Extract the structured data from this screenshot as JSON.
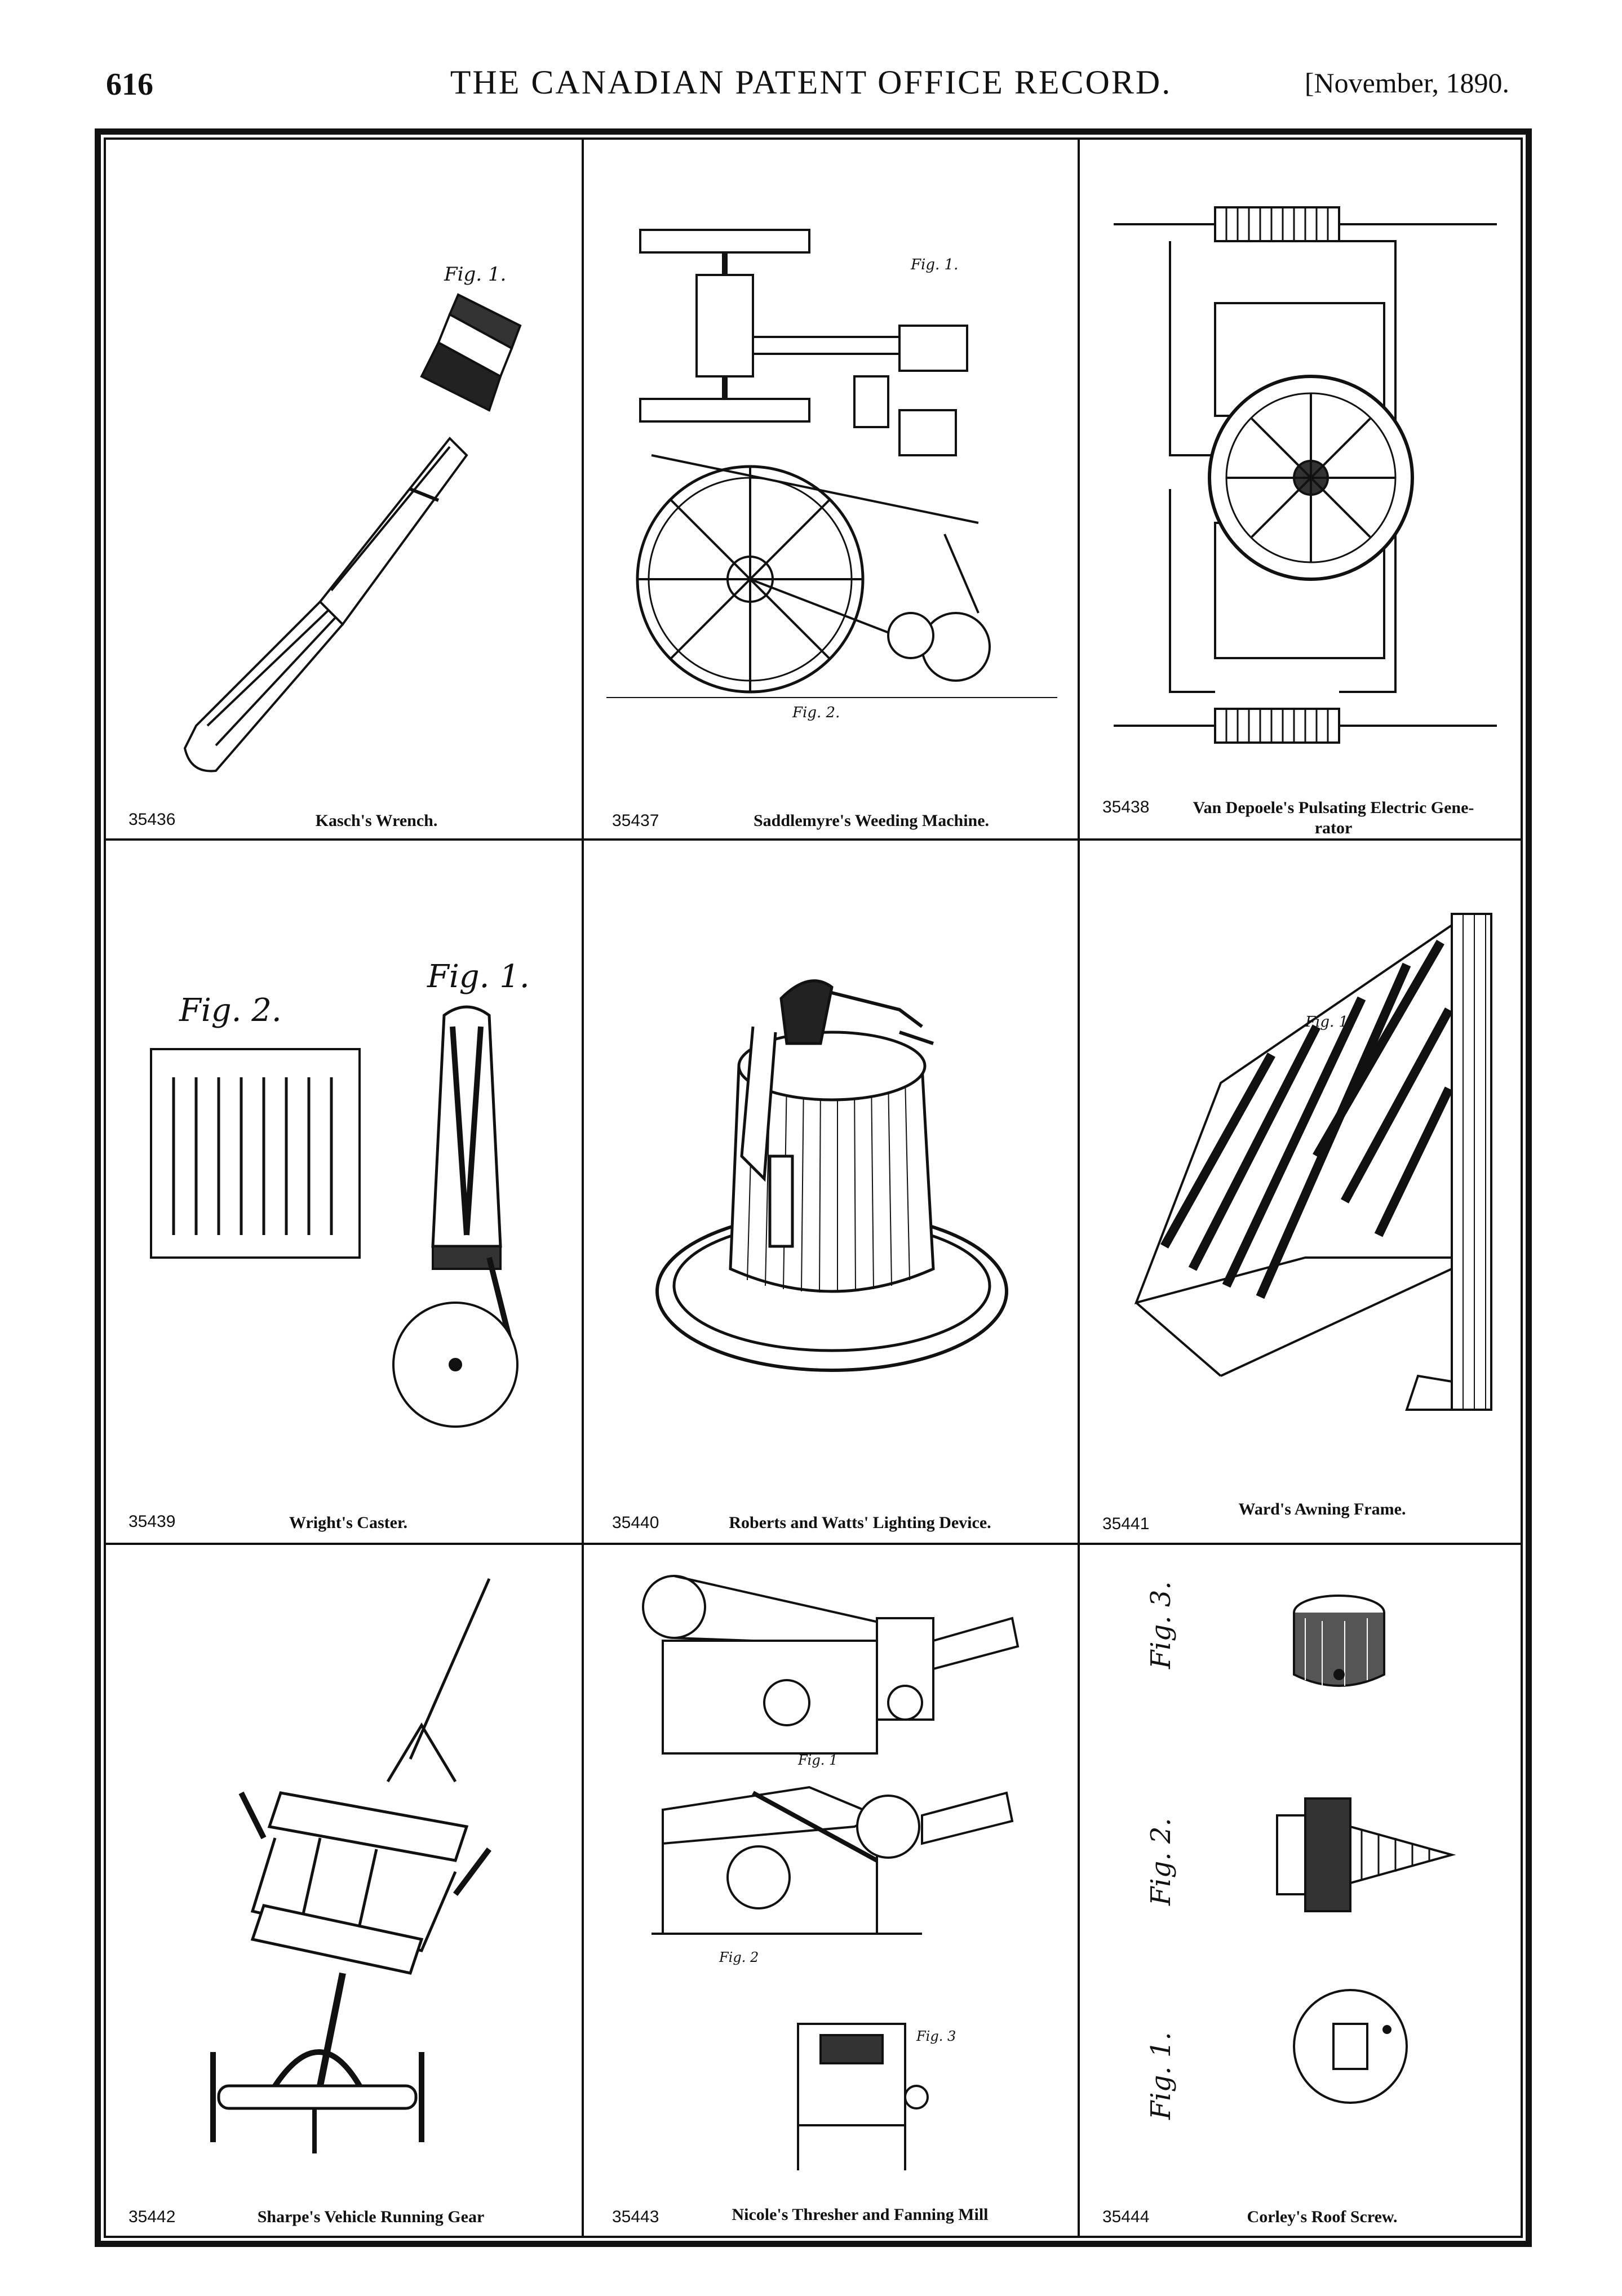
{
  "header": {
    "page_number": "616",
    "journal_title": "THE CANADIAN PATENT OFFICE RECORD.",
    "issue_date": "[November, 1890."
  },
  "patents": [
    {
      "number": "35436",
      "title": "Kasch's Wrench."
    },
    {
      "number": "35437",
      "title": "Saddlemyre's Weeding Machine."
    },
    {
      "number": "35438",
      "title": "Van Depoele's Pulsating Electric Gene-rator"
    },
    {
      "number": "35439",
      "title": "Wright's Caster."
    },
    {
      "number": "35440",
      "title": "Roberts and Watts' Lighting Device."
    },
    {
      "number": "35441",
      "title": "Ward's Awning Frame."
    },
    {
      "number": "35442",
      "title": "Sharpe's Vehicle Running Gear"
    },
    {
      "number": "35443",
      "title": "Nicole's Thresher and Fanning Mill"
    },
    {
      "number": "35444",
      "title": "Corley's Roof Screw."
    }
  ],
  "figure_labels": {
    "wrench": "Fig. 1.",
    "weeder_top": "Fig. 1.",
    "weeder_bottom": "Fig. 2.",
    "caster_left": "Fig. 2.",
    "caster_right": "Fig. 1.",
    "awning": "Fig. 1.",
    "thresher_1": "Fig. 1",
    "thresher_2": "Fig. 2",
    "thresher_3": "Fig. 3",
    "screw_1": "Fig. 1.",
    "screw_2": "Fig. 2.",
    "screw_3": "Fig. 3."
  },
  "colors": {
    "ink": "#111111",
    "paper": "#ffffff"
  }
}
